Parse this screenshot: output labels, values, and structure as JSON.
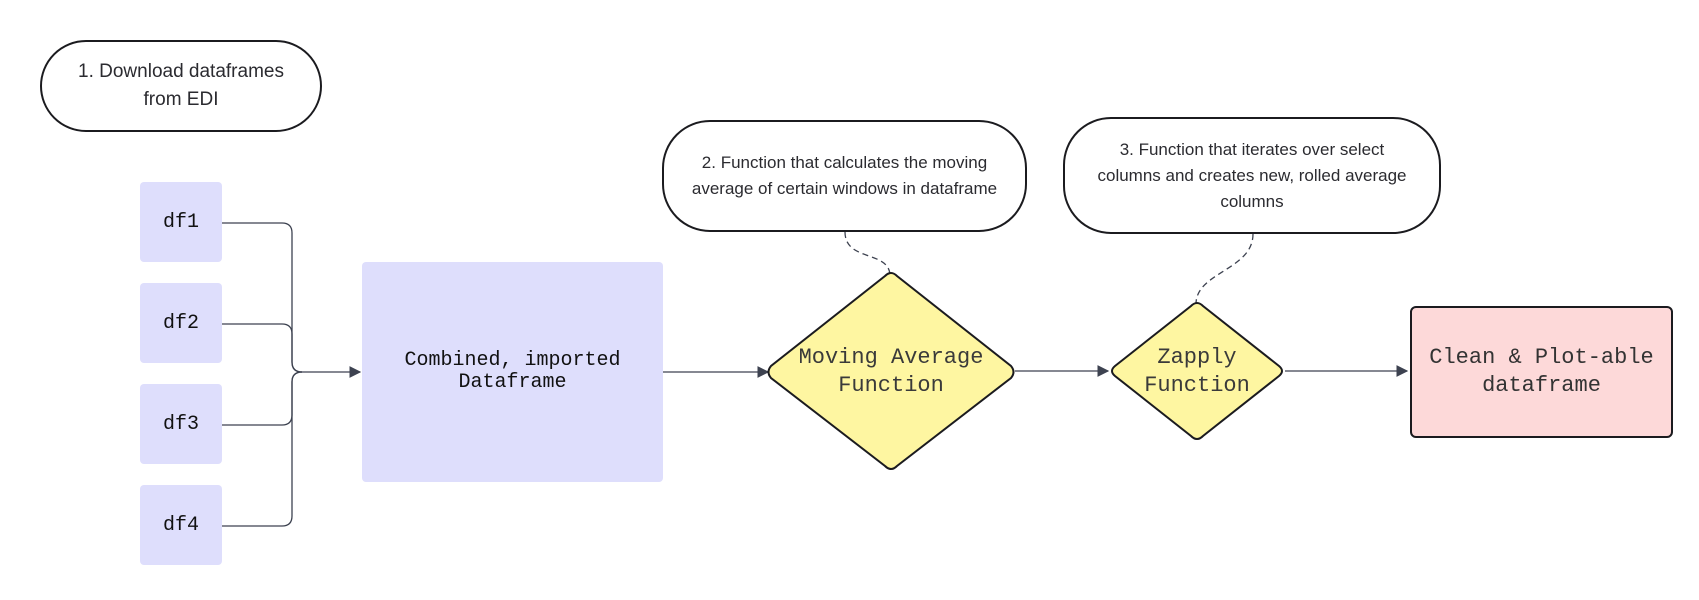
{
  "notes": {
    "download": "1.  Download dataframes\nfrom EDI",
    "moving_avg": "2. Function that calculates the moving\naverage of certain windows in dataframe",
    "zapply": "3. Function that iterates over select\ncolumns and creates new, rolled average\ncolumns"
  },
  "inputs": [
    "df1",
    "df2",
    "df3",
    "df4"
  ],
  "combined": "Combined, imported\nDataframe",
  "decisions": {
    "moving_avg": "Moving Average\nFunction",
    "zapply": "Zapply\nFunction"
  },
  "output": "Clean & Plot-able\ndataframe",
  "colors": {
    "input_fill": "#dedefc",
    "decision_fill": "#fef6a1",
    "output_fill": "#fdd9d9",
    "stroke": "#1b1b1f",
    "connector": "#3d4250"
  }
}
